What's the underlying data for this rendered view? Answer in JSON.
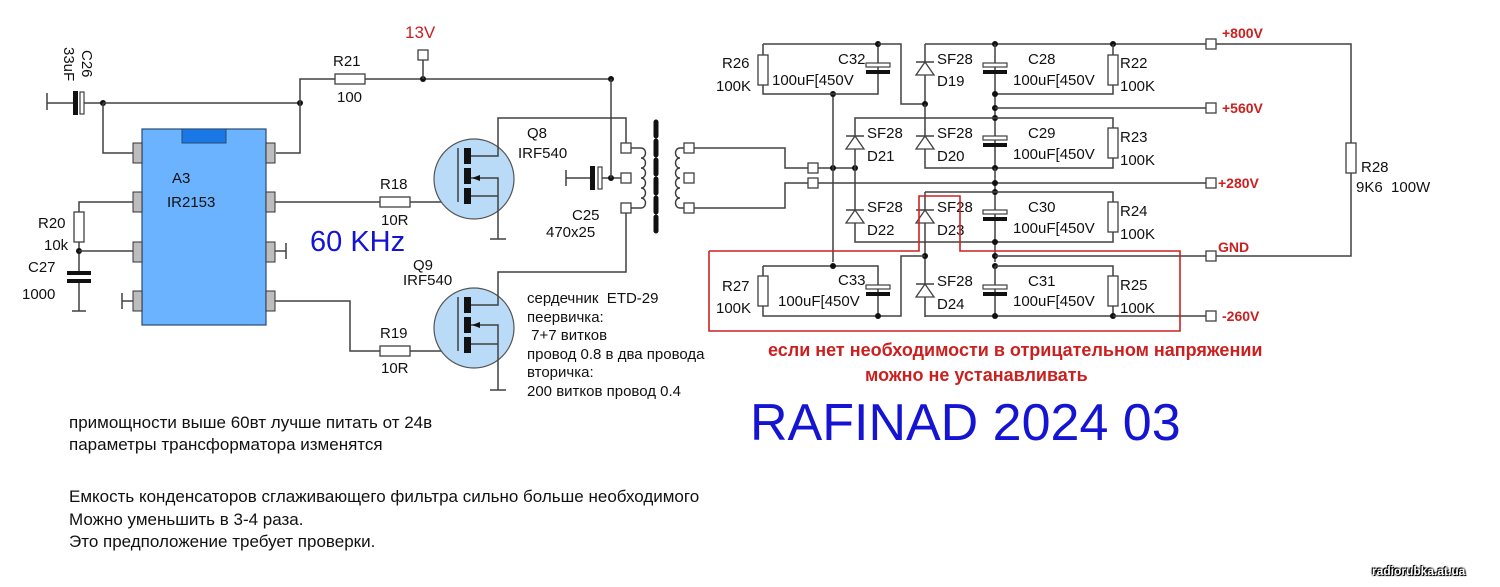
{
  "schematic": {
    "supply_label": "13V",
    "frequency_label": "60 KHz",
    "ic": {
      "ref": "A3",
      "part": "IR2153"
    },
    "components": {
      "C26": {
        "ref": "C26",
        "value": "33uF"
      },
      "R21": {
        "ref": "R21",
        "value": "100"
      },
      "R20": {
        "ref": "R20",
        "value": "10k"
      },
      "C27": {
        "ref": "C27",
        "value": "1000"
      },
      "R18": {
        "ref": "R18",
        "value": "10R"
      },
      "R19": {
        "ref": "R19",
        "value": "10R"
      },
      "Q8": {
        "ref": "Q8",
        "value": "IRF540"
      },
      "Q9": {
        "ref": "Q9",
        "value": "IRF540"
      },
      "C25": {
        "ref": "C25",
        "value": "470x25"
      },
      "R26": {
        "ref": "R26",
        "value": "100K"
      },
      "R27": {
        "ref": "R27",
        "value": "100K"
      },
      "R22": {
        "ref": "R22",
        "value": "100K"
      },
      "R23": {
        "ref": "R23",
        "value": "100K"
      },
      "R24": {
        "ref": "R24",
        "value": "100K"
      },
      "R25": {
        "ref": "R25",
        "value": "100K"
      },
      "C32": {
        "ref": "C32",
        "value": "100uF[450V"
      },
      "C33": {
        "ref": "C33",
        "value": "100uF[450V"
      },
      "C28": {
        "ref": "C28",
        "value": "100uF[450V"
      },
      "C29": {
        "ref": "C29",
        "value": "100uF[450V"
      },
      "C30": {
        "ref": "C30",
        "value": "100uF[450V"
      },
      "C31": {
        "ref": "C31",
        "value": "100uF[450V"
      },
      "D19": {
        "ref": "D19",
        "value": "SF28"
      },
      "D20": {
        "ref": "D20",
        "value": "SF28"
      },
      "D21": {
        "ref": "D21",
        "value": "SF28"
      },
      "D22": {
        "ref": "D22",
        "value": "SF28"
      },
      "D23": {
        "ref": "D23",
        "value": "SF28"
      },
      "D24": {
        "ref": "D24",
        "value": "SF28"
      },
      "R28": {
        "ref": "R28",
        "value": "9K6  100W"
      }
    },
    "outputs": [
      "+800V",
      "+560V",
      "+280V",
      "GND",
      "-260V"
    ],
    "transformer_notes": [
      "сердечник  ETD-29",
      "пеервичка:",
      " 7+7 витков",
      "провод 0.8 в два провода",
      "вторичка:",
      "200 витков провод 0.4"
    ],
    "warning_lines": [
      "если нет необходимости в отрицательном напряжении",
      "можно не устанавливать"
    ],
    "author_signature": "RAFINAD 2024 03",
    "notes_block_1": [
      "примощности выше 60вт лучше питать от 24в",
      "параметры трансформатора изменятся"
    ],
    "notes_block_2": [
      "Емкость конденсаторов сглаживающего фильтра сильно больше необходимого",
      "Можно уменьшить в 3-4 раза.",
      "Это предположение требует проверки."
    ],
    "watermark": "radiorubka.at.ua"
  },
  "colors": {
    "ic_body": "#6bb3ff",
    "ic_notch": "#1a78e6",
    "mosfet_body": "#b9dbf7",
    "warning_red": "#cc1f1f",
    "signature_blue": "#1414d2"
  }
}
